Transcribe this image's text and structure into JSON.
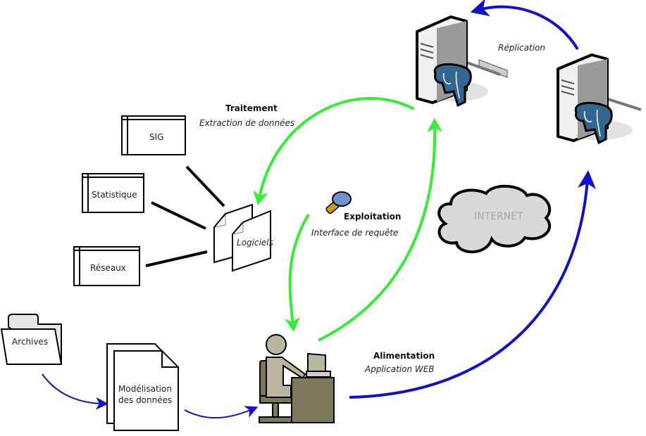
{
  "diagram": {
    "servers": {
      "replication_label": "Réplication"
    },
    "traitement": {
      "title": "Traitement",
      "subtitle": "Extraction de données"
    },
    "software_boxes": [
      "SIG",
      "Statistique",
      "Réseaux"
    ],
    "logiciels_label": "Logiciels",
    "exploitation": {
      "title": "Exploitation",
      "subtitle": "Interface de requête"
    },
    "internet_label": "INTERNET",
    "archives_label": "Archives",
    "modelisation_label": [
      "Modélisation",
      "des données"
    ],
    "alimentation": {
      "title": "Alimentation",
      "subtitle": "Application WEB"
    },
    "colors": {
      "green_arrow": "#33ee33",
      "blue_arrow": "#1111cc",
      "server_body": "#e8e8e8",
      "elephant": "#336791",
      "cloud": "#d8d8d8",
      "person": "#b8b8a0",
      "desk": "#7a7a5a"
    }
  }
}
